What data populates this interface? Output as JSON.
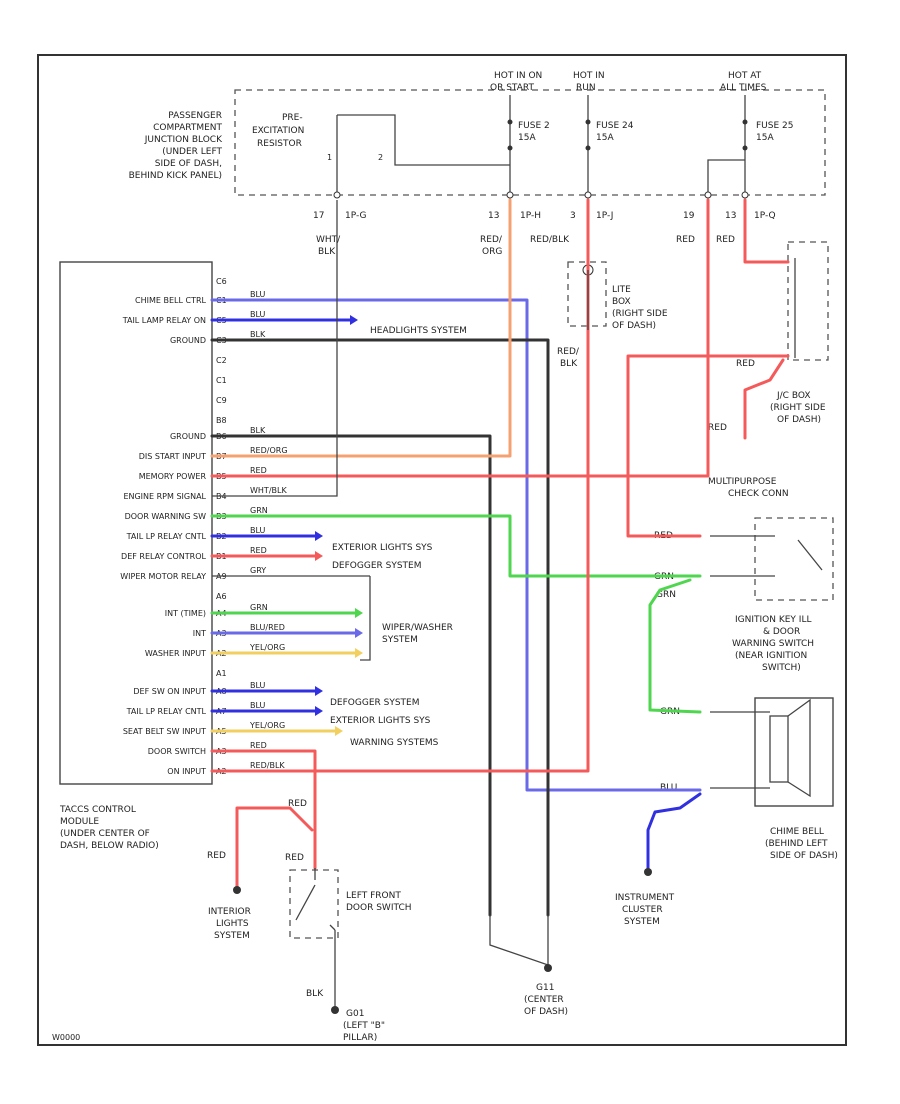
{
  "colors": {
    "red": "#f45a5a",
    "blue": "#3030e0",
    "lightblue": "#6a6ae8",
    "green": "#4fd64f",
    "black": "#333333",
    "orange": "#f5a070",
    "yellow": "#f2d060",
    "gray": "#999999"
  },
  "top_labels": {
    "hot_run_start": [
      "HOT IN ON",
      "OR START"
    ],
    "hot_run": [
      "HOT IN",
      "RUN"
    ],
    "hot_all": [
      "HOT AT",
      "ALL TIMES"
    ]
  },
  "junction_block": [
    "PASSENGER",
    "COMPARTMENT",
    "JUNCTION BLOCK",
    "(UNDER LEFT",
    "SIDE OF DASH,",
    "BEHIND KICK PANEL)"
  ],
  "resistor": [
    "PRE-",
    "EXCITATION",
    "RESISTOR"
  ],
  "fuses": [
    {
      "name": "FUSE 2",
      "amp": "15A"
    },
    {
      "name": "FUSE 24",
      "amp": "15A"
    },
    {
      "name": "FUSE 25",
      "amp": "15A"
    }
  ],
  "pins": [
    {
      "num": "17",
      "conn": "1P-G"
    },
    {
      "num": "13",
      "conn": "1P-H"
    },
    {
      "num": "3",
      "conn": "1P-J"
    },
    {
      "num": "19",
      "conn": ""
    },
    {
      "num": "13",
      "conn": "1P-Q"
    }
  ],
  "wire_texts": {
    "wht_blk": [
      "WHT/",
      "BLK"
    ],
    "red_org": [
      "RED/",
      "ORG"
    ],
    "red_blk": "RED/BLK",
    "red1": "RED",
    "red2": "RED",
    "red_blk2": [
      "RED/",
      "BLK"
    ],
    "red3": "RED",
    "red4": "RED",
    "red5": "RED",
    "grn1": "GRN",
    "grn2": "GRN",
    "grn3": "GRN",
    "blu": "BLU",
    "red_left": "RED",
    "red_door1": "RED",
    "red_door2": "RED",
    "blk_ground": "BLK"
  },
  "lite_box": [
    "LITE",
    "BOX",
    "(RIGHT SIDE",
    "OF DASH)"
  ],
  "jc_box": [
    "J/C BOX",
    "(RIGHT SIDE",
    "OF DASH)"
  ],
  "multipurpose": [
    "MULTIPURPOSE",
    "CHECK CONN"
  ],
  "ignition_switch": [
    "IGNITION KEY ILL",
    "& DOOR",
    "WARNING SWITCH",
    "(NEAR IGNITION",
    "SWITCH)"
  ],
  "chime_bell": [
    "CHIME BELL",
    "(BEHIND LEFT",
    "SIDE OF DASH)"
  ],
  "taccs_module": [
    "TACCS CONTROL",
    "MODULE",
    "(UNDER CENTER OF",
    "DASH, BELOW RADIO)"
  ],
  "module_pins": {
    "upper": [
      "C6",
      "C1",
      "C5",
      "C3",
      "C2",
      "C1",
      "C9",
      "B8"
    ],
    "mid": [
      "B6",
      "B7",
      "B5",
      "B4",
      "B3",
      "B2",
      "B1",
      "A9",
      "A6"
    ],
    "lower": [
      "A4",
      "A3",
      "A2",
      "A1",
      "A8",
      "A7",
      "A5",
      "A3",
      "A2"
    ]
  },
  "module_inputs": [
    "CHIME BELL CTRL",
    "TAIL LAMP RELAY ON",
    "GROUND",
    "GROUND",
    "DIS START INPUT",
    "MEMORY POWER",
    "ENGINE RPM SIGNAL",
    "DOOR WARNING SW",
    "TAIL LP RELAY CNTL",
    "DEF RELAY CONTROL",
    "WIPER MOTOR RELAY",
    "INT (TIME)",
    "INT",
    "WASHER INPUT",
    "DEF SW ON INPUT",
    "TAIL LP RELAY CNTL",
    "SEAT BELT SW INPUT",
    "DOOR SWITCH",
    "ON INPUT"
  ],
  "wire_colors_at_module": [
    "BLU",
    "BLU",
    "BLK",
    "BLK",
    "RED/ORG",
    "RED",
    "WHT/BLK",
    "GRN",
    "BLU",
    "RED",
    "GRY",
    "GRN",
    "BLU/RED",
    "YEL/ORG",
    "BLU",
    "BLU",
    "YEL/ORG",
    "RED",
    "RED/BLK"
  ],
  "destinations": {
    "headlights": "HEADLIGHTS SYSTEM",
    "ext_lights1": "EXTERIOR LIGHTS SYS",
    "defogger1": "DEFOGGER SYSTEM",
    "wiper_washer": [
      "WIPER/WASHER",
      "SYSTEM"
    ],
    "defogger2": "DEFOGGER SYSTEM",
    "ext_lights2": "EXTERIOR LIGHTS SYS",
    "warning": "WARNING SYSTEMS"
  },
  "interior_lights": [
    "INTERIOR",
    "LIGHTS",
    "SYSTEM"
  ],
  "door_switch": [
    "LEFT FRONT",
    "DOOR SWITCH"
  ],
  "instrument_cluster": [
    "INSTRUMENT",
    "CLUSTER",
    "SYSTEM"
  ],
  "ground_g11": [
    "G11",
    "(CENTER",
    "OF DASH)"
  ],
  "ground_g1": [
    "G01",
    "(LEFT \"B\"",
    "PILLAR)"
  ],
  "footer_code": "W0000"
}
